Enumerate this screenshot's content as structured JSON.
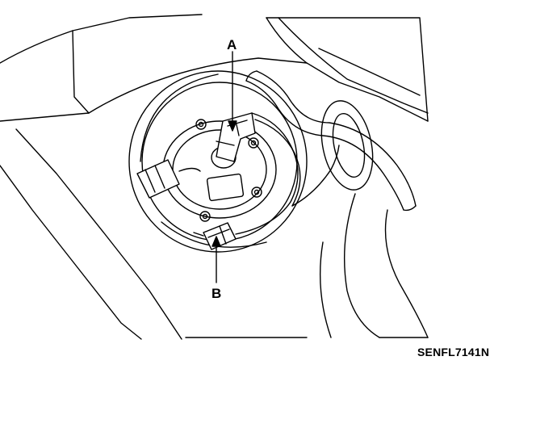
{
  "callouts": {
    "a_label": "A",
    "b_label": "B"
  },
  "figure_code": "SENFL7141N",
  "colors": {
    "line": "#000000",
    "background": "#ffffff"
  }
}
